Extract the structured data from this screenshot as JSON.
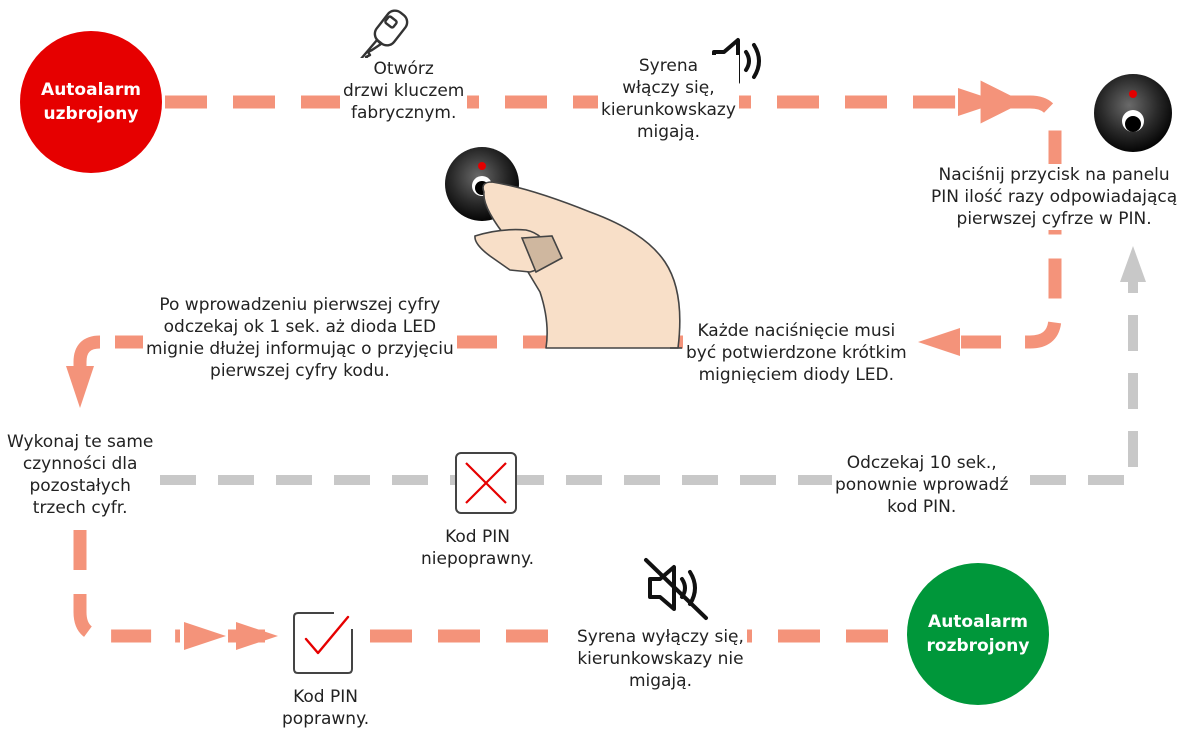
{
  "colors": {
    "armed": "#e60000",
    "disarmed": "#00973a",
    "flow_main": "#f4937a",
    "flow_retry": "#c8c8c8",
    "check": "#e60000"
  },
  "start": {
    "line1": "Autoalarm",
    "line2": "uzbrojony"
  },
  "end": {
    "line1": "Autoalarm",
    "line2": "rozbrojony"
  },
  "steps": {
    "open_door": [
      "Otwórz",
      "drzwi kluczem",
      "fabrycznym."
    ],
    "siren_on": [
      "Syrena",
      "włączy się,",
      "kierunkowskazy",
      "migają."
    ],
    "press_button": [
      "Naciśnij przycisk na panelu",
      "PIN ilość razy odpowiadającą",
      "pierwszej cyfrze w PIN."
    ],
    "confirm_blink": [
      "Każde naciśnięcie musi",
      "być potwierdzone krótkim",
      "mignięciem diody LED."
    ],
    "first_digit": [
      "Po wprowadzeniu pierwszej cyfry",
      "odczekaj ok 1 sek. aż dioda LED",
      "mignie dłużej informując o przyjęciu",
      "pierwszej cyfry kodu."
    ],
    "repeat": [
      "Wykonaj te same",
      "czynności dla",
      "pozostałych",
      "trzech cyfr."
    ],
    "wait_retry": [
      "Odczekaj 10 sek.,",
      "ponownie wprowadź",
      "kod PIN."
    ],
    "pin_wrong": [
      "Kod PIN",
      "niepoprawny."
    ],
    "pin_ok": [
      "Kod PIN",
      "poprawny."
    ],
    "siren_off": [
      "Syrena wyłączy się,",
      "kierunkowskazy nie",
      "migają."
    ]
  },
  "icons": {
    "key": "key-icon",
    "speaker_on": "speaker-on-icon",
    "speaker_muted": "speaker-muted-icon",
    "pin_button": "pin-button-icon",
    "finger": "finger-pressing-icon",
    "cross": "cross-box-icon",
    "check": "check-box-icon"
  }
}
